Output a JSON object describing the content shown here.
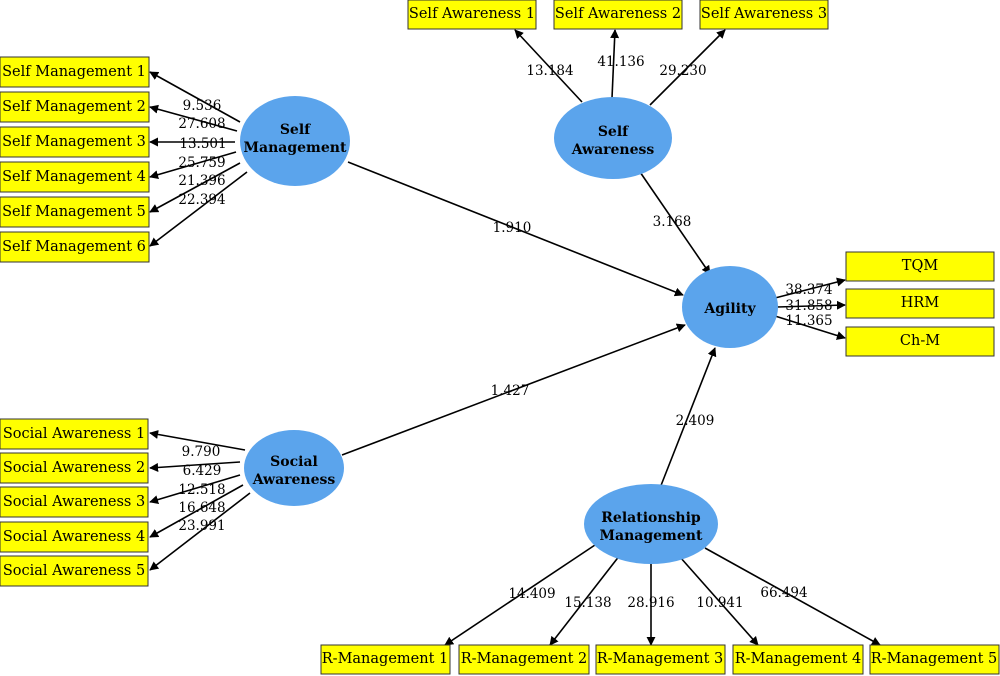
{
  "colors": {
    "construct_fill": "#5ba4ec",
    "indicator_fill": "#ffff00",
    "line": "#000000"
  },
  "constructs": {
    "self_management": {
      "line1": "Self",
      "line2": "Management"
    },
    "self_awareness": {
      "line1": "Self",
      "line2": "Awareness"
    },
    "agility": {
      "line1": "Agility"
    },
    "social_awareness": {
      "line1": "Social",
      "line2": "Awareness"
    },
    "relationship_management": {
      "line1": "Relationship",
      "line2": "Management"
    }
  },
  "indicators": {
    "self_awareness": [
      "Self  Awareness 1",
      "Self  Awareness 2",
      "Self  Awareness 3"
    ],
    "self_management": [
      "Self Management 1",
      "Self Management 2",
      "Self Management 3",
      "Self Management 4",
      "Self Management 5",
      "Self Management 6"
    ],
    "agility": [
      "TQM",
      "HRM",
      "Ch-M"
    ],
    "social_awareness": [
      "Social Awareness 1",
      "Social Awareness 2",
      "Social Awareness 3",
      "Social Awareness 4",
      "Social Awareness 5"
    ],
    "relationship_management": [
      "R-Management 1",
      "R-Management 2",
      "R-Management 3",
      "R-Management 4",
      "R-Management 5"
    ]
  },
  "loadings": {
    "self_awareness": [
      "13.184",
      "41.136",
      "29.230"
    ],
    "self_management": [
      "9.536",
      "27.608",
      "13.501",
      "25.759",
      "21.396",
      "22.394"
    ],
    "agility": [
      "38.374",
      "31.858",
      "11.365"
    ],
    "social_awareness": [
      "9.790",
      "6.429",
      "12.518",
      "16.648",
      "23.991"
    ],
    "relationship_management": [
      "14.409",
      "15.138",
      "28.916",
      "10.941",
      "66.494"
    ]
  },
  "paths": {
    "self_management_to_agility": "1.910",
    "self_awareness_to_agility": "3.168",
    "social_awareness_to_agility": "1.427",
    "relationship_management_to_agility": "2.409"
  }
}
